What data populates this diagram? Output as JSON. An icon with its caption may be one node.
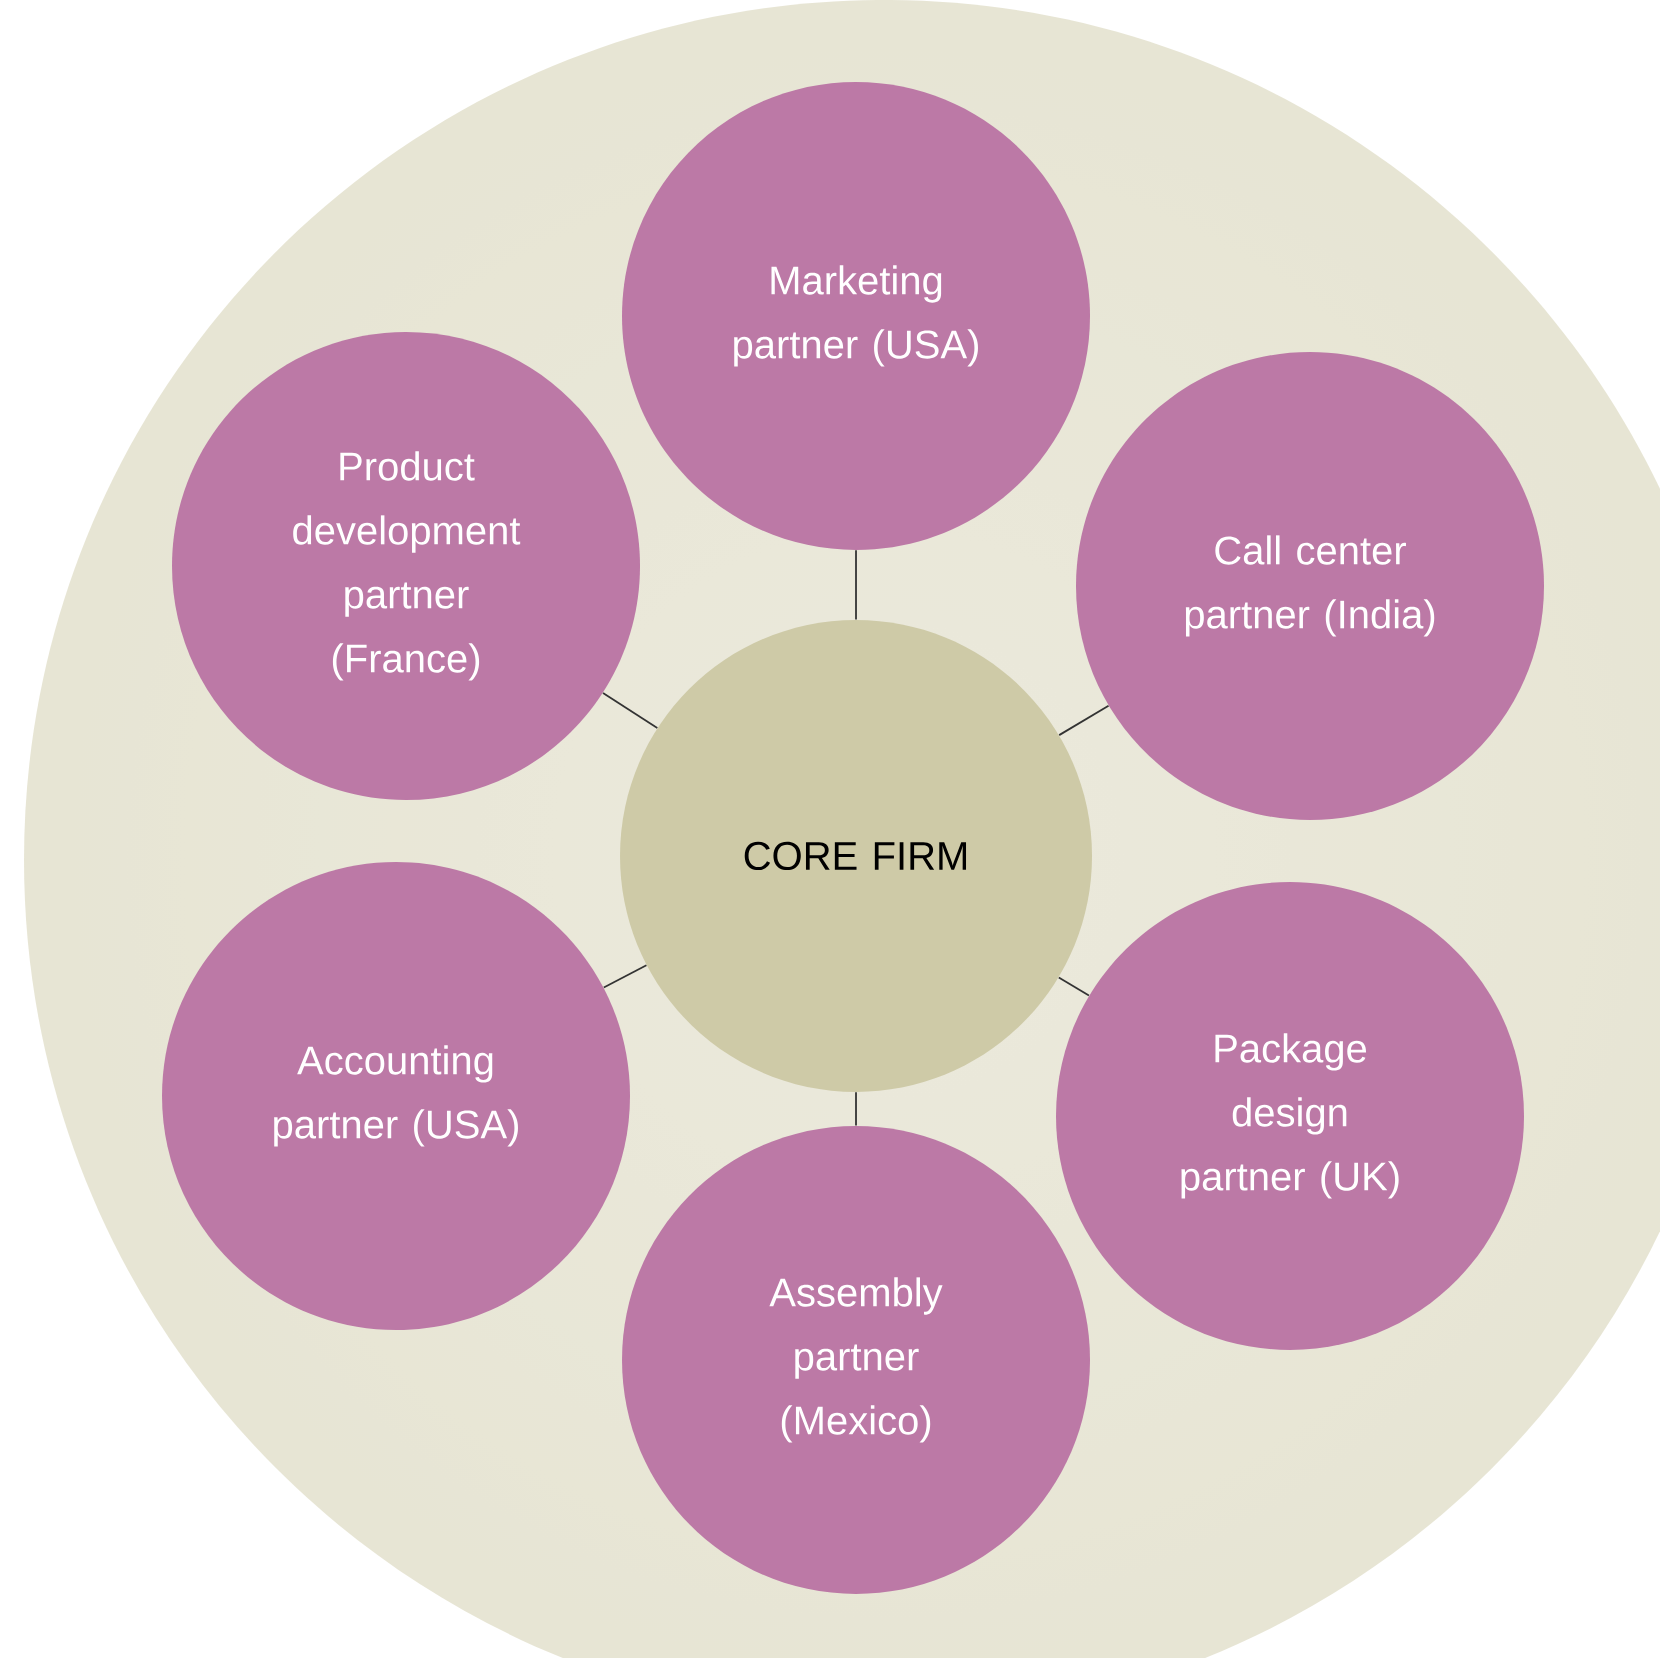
{
  "diagram": {
    "nodes": [
      {
        "text": [
          "CORE FIRM"
        ]
      },
      {
        "text": [
          "Marketing partner (USA)"
        ]
      },
      {
        "text": [
          "Call center partner (India)"
        ]
      },
      {
        "text": [
          "Package design partner (UK)"
        ]
      },
      {
        "text": [
          "Assembly partner (Mexico)"
        ]
      },
      {
        "text": [
          "Accounting partner (USA)"
        ]
      },
      {
        "text": [
          "Product development partner (France)"
        ]
      }
    ],
    "edges": [
      {
        "from": 0,
        "to": 1,
        "arrow": "none"
      },
      {
        "from": 0,
        "to": 2,
        "arrow": "none"
      },
      {
        "from": 0,
        "to": 3,
        "arrow": "none"
      },
      {
        "from": 0,
        "to": 4,
        "arrow": "none"
      },
      {
        "from": 0,
        "to": 5,
        "arrow": "none"
      },
      {
        "from": 0,
        "to": 6,
        "arrow": "none"
      }
    ]
  }
}
